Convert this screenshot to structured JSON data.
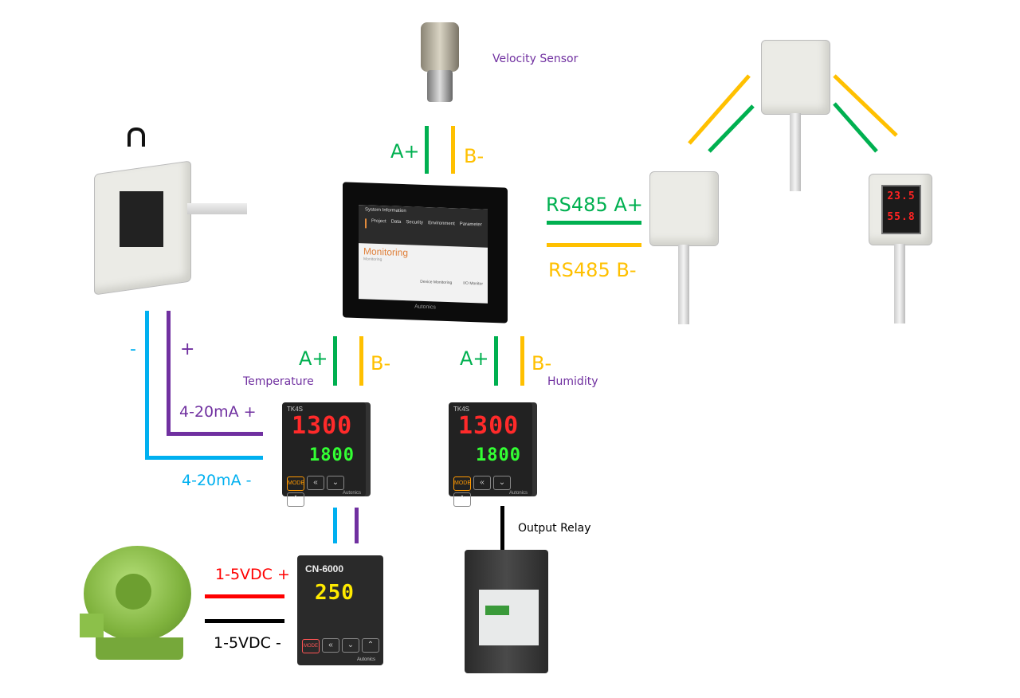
{
  "labels": {
    "velocity_sensor": "Velocity Sensor",
    "velocity_a": "A+",
    "velocity_b": "B-",
    "rs485_a": "RS485 A+",
    "rs485_b": "RS485 B-",
    "loop_minus": "-",
    "loop_plus": "+",
    "ma_plus": "4-20mA +",
    "ma_minus": "4-20mA -",
    "temp_a": "A+",
    "temp_b": "B-",
    "temperature": "Temperature",
    "hum_a": "A+",
    "hum_b": "B-",
    "humidity": "Humidity",
    "output_relay": "Output Relay",
    "vdc_plus": "1-5VDC +",
    "vdc_minus": "1-5VDC -"
  },
  "hmi": {
    "title": "System Information",
    "tabs": [
      "Project",
      "Data",
      "Security",
      "Environment",
      "Parameter"
    ],
    "heading": "Monitoring",
    "subheading": "Monitoring",
    "tile1": "Device Monitoring",
    "tile2": "I/O Monitor",
    "brand": "Autonics"
  },
  "temp_controller": {
    "model": "TK4S",
    "pv": "1300",
    "sv": "1800",
    "mode": "MODE",
    "brand": "Autonics"
  },
  "hum_controller": {
    "model": "TK4S",
    "pv": "1300",
    "sv": "1800",
    "mode": "MODE",
    "brand": "Autonics"
  },
  "converter": {
    "model": "CN-6000",
    "value": "250",
    "mode": "MODE",
    "brand": "Autonics"
  },
  "display_sensor": {
    "temp": "23.5",
    "hum": "55.8"
  },
  "colors": {
    "green": "#00b050",
    "yellow": "#ffc000",
    "purple": "#7030a0",
    "cyan": "#00b0f0",
    "red": "#ff0000",
    "black": "#000000"
  }
}
